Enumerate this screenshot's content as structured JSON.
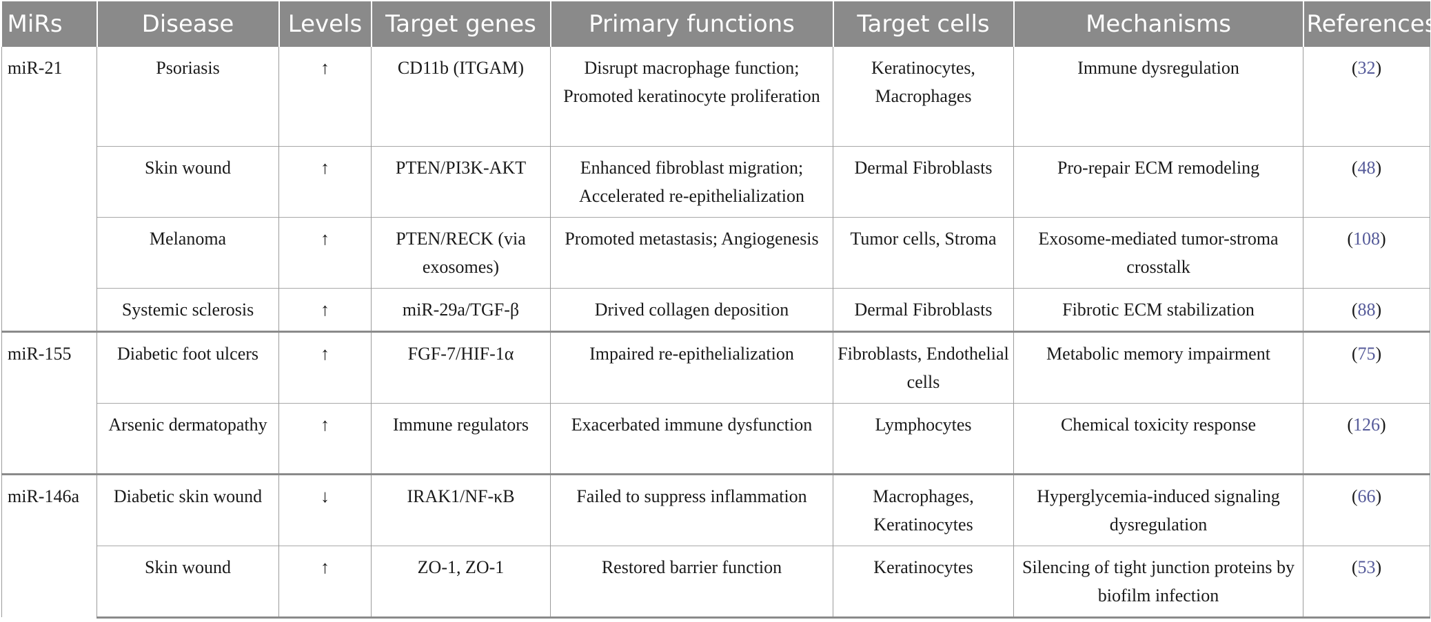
{
  "table": {
    "headers": [
      "MiRs",
      "Disease",
      "Levels",
      "Target genes",
      "Primary functions",
      "Target cells",
      "Mechanisms",
      "References"
    ],
    "groups": [
      {
        "mir": "miR-21",
        "rows": [
          {
            "disease": "Psoriasis",
            "level": "↑",
            "target_genes": "CD11b (ITGAM)",
            "functions": "Disrupt macrophage function; Promoted keratinocyte proliferation",
            "cells": "Keratinocytes, Macrophages",
            "mechanisms": "Immune dysregulation",
            "ref": "32"
          },
          {
            "disease": "Skin wound",
            "level": "↑",
            "target_genes": "PTEN/PI3K-AKT",
            "functions": "Enhanced fibroblast migration; Accelerated re-epithelialization",
            "cells": "Dermal Fibroblasts",
            "mechanisms": "Pro-repair ECM remodeling",
            "ref": "48"
          },
          {
            "disease": "Melanoma",
            "level": "↑",
            "target_genes": "PTEN/RECK (via exosomes)",
            "functions": "Promoted metastasis; Angiogenesis",
            "cells": "Tumor cells, Stroma",
            "mechanisms": "Exosome-mediated tumor-stroma crosstalk",
            "ref": "108"
          },
          {
            "disease": "Systemic sclerosis",
            "level": "↑",
            "target_genes": "miR-29a/TGF-β",
            "functions": "Drived collagen deposition",
            "cells": "Dermal Fibroblasts",
            "mechanisms": "Fibrotic ECM stabilization",
            "ref": "88"
          }
        ]
      },
      {
        "mir": "miR-155",
        "rows": [
          {
            "disease": "Diabetic foot ulcers",
            "level": "↑",
            "target_genes": "FGF-7/HIF-1α",
            "functions": "Impaired re-epithelialization",
            "cells": "Fibroblasts, Endothelial cells",
            "mechanisms": "Metabolic memory impairment",
            "ref": "75"
          },
          {
            "disease": "Arsenic dermatopathy",
            "level": "↑",
            "target_genes": "Immune regulators",
            "functions": "Exacerbated immune dysfunction",
            "cells": "Lymphocytes",
            "mechanisms": "Chemical toxicity response",
            "ref": "126"
          }
        ]
      },
      {
        "mir": "miR-146a",
        "rows": [
          {
            "disease": "Diabetic skin wound",
            "level": "↓",
            "target_genes": "IRAK1/NF-κB",
            "functions": "Failed to suppress inflammation",
            "cells": "Macrophages, Keratinocytes",
            "mechanisms": "Hyperglycemia-induced signaling dysregulation",
            "ref": "66"
          },
          {
            "disease": "Skin wound",
            "level": "↑",
            "target_genes": "ZO-1, ZO-1",
            "functions": "Restored barrier function",
            "cells": "Keratinocytes",
            "mechanisms": "Silencing of tight junction proteins by biofilm infection",
            "ref": "53"
          }
        ]
      }
    ]
  }
}
